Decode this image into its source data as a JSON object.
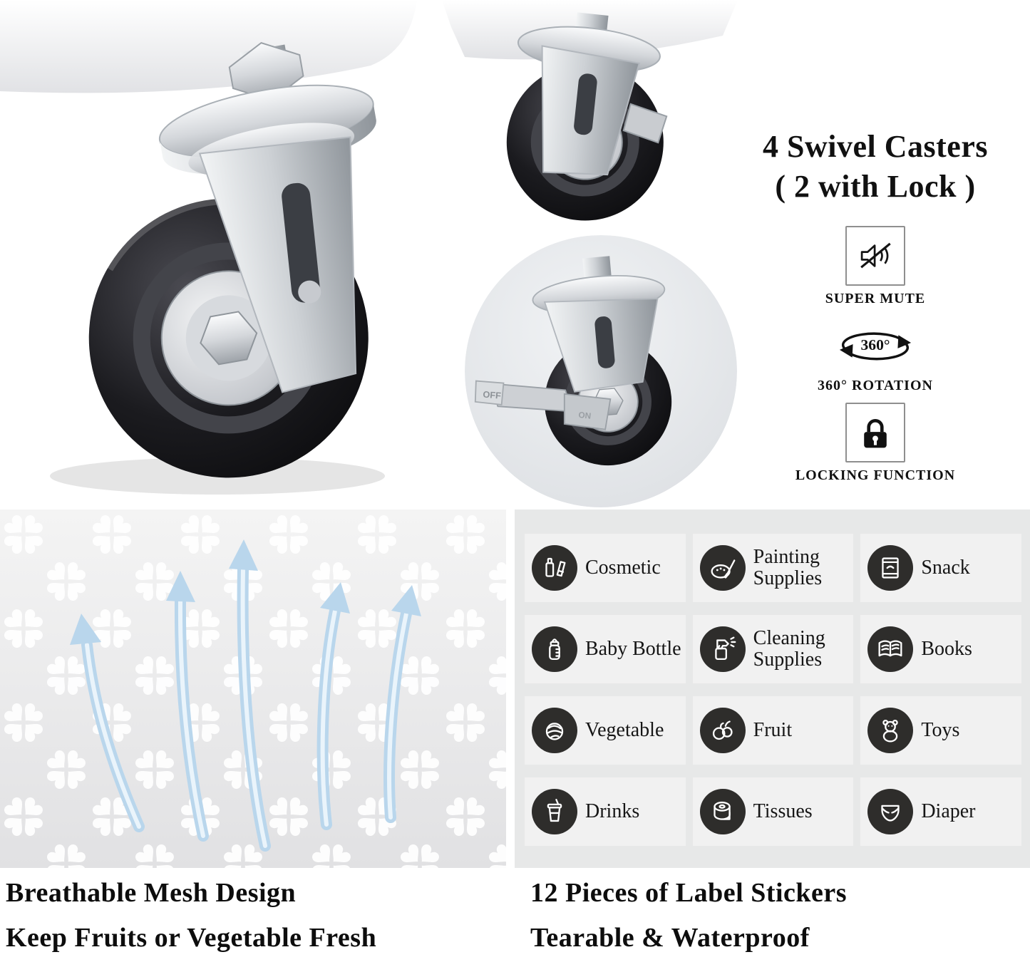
{
  "colors": {
    "accent_blue": "#b9d6ec",
    "panel_gray": "#e7e8e8",
    "sticker_circle_dark": "#2e2d2b",
    "tire_black": "#17171a"
  },
  "header": {
    "title_line1": "4 Swivel Casters",
    "title_line2": "( 2 with Lock )",
    "features": [
      {
        "icon": "muted-speaker-icon",
        "label": "SUPER MUTE"
      },
      {
        "icon": "rotation-360-icon",
        "label": "360° ROTATION",
        "degree_text": "360°"
      },
      {
        "icon": "padlock-icon",
        "label": "LOCKING FUNCTION"
      }
    ]
  },
  "inset": {
    "lever_off": "OFF",
    "lever_on": "ON"
  },
  "mesh_panel": {
    "caption_line1": "Breathable Mesh Design",
    "caption_line2": "Keep Fruits or Vegetable Fresh"
  },
  "stickers_panel": {
    "caption_line1": "12 Pieces of Label Stickers",
    "caption_line2": "Tearable & Waterproof",
    "items": [
      {
        "icon": "cosmetic-icon",
        "label": "Cosmetic"
      },
      {
        "icon": "painting-supplies-icon",
        "label": "Painting Supplies"
      },
      {
        "icon": "snack-icon",
        "label": "Snack"
      },
      {
        "icon": "baby-bottle-icon",
        "label": "Baby Bottle"
      },
      {
        "icon": "cleaning-supplies-icon",
        "label": "Cleaning Supplies"
      },
      {
        "icon": "books-icon",
        "label": "Books"
      },
      {
        "icon": "vegetable-icon",
        "label": "Vegetable"
      },
      {
        "icon": "fruit-icon",
        "label": "Fruit"
      },
      {
        "icon": "toys-icon",
        "label": "Toys"
      },
      {
        "icon": "drinks-icon",
        "label": "Drinks"
      },
      {
        "icon": "tissues-icon",
        "label": "Tissues"
      },
      {
        "icon": "diaper-icon",
        "label": "Diaper"
      }
    ]
  }
}
